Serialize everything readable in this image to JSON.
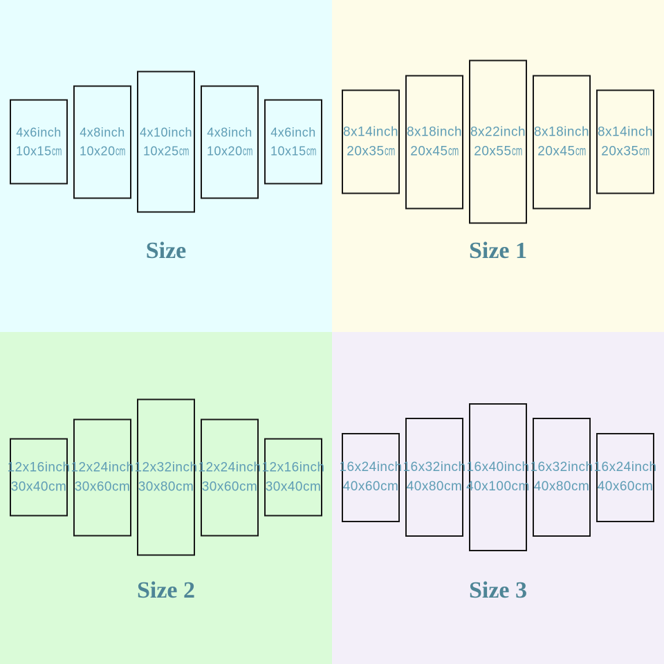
{
  "colors": {
    "label_text": "#5f9db5",
    "title_text": "#4e8596",
    "panel_border": "#161616",
    "quad_bg_size": "#e7feff",
    "quad_bg_size1": "#fefce8",
    "quad_bg_size2": "#dafbd8",
    "quad_bg_size3": "#f3eff9"
  },
  "quadrants": [
    {
      "title": "Size",
      "bg": "#e7feff",
      "panels": [
        {
          "inch": "4x6inch",
          "cm_val": "10x15",
          "cm_unit": "cm",
          "h_in": 6
        },
        {
          "inch": "4x8inch",
          "cm_val": "10x20",
          "cm_unit": "cm",
          "h_in": 8
        },
        {
          "inch": "4x10inch",
          "cm_val": "10x25",
          "cm_unit": "cm",
          "h_in": 10
        },
        {
          "inch": "4x8inch",
          "cm_val": "10x20",
          "cm_unit": "cm",
          "h_in": 8
        },
        {
          "inch": "4x6inch",
          "cm_val": "10x15",
          "cm_unit": "cm",
          "h_in": 6
        }
      ]
    },
    {
      "title": "Size 1",
      "bg": "#fefce8",
      "panels": [
        {
          "inch": "8x14inch",
          "cm_val": "20x35",
          "cm_unit": "cm",
          "h_in": 14
        },
        {
          "inch": "8x18inch",
          "cm_val": "20x45",
          "cm_unit": "cm",
          "h_in": 18
        },
        {
          "inch": "8x22inch",
          "cm_val": "20x55",
          "cm_unit": "cm",
          "h_in": 22
        },
        {
          "inch": "8x18inch",
          "cm_val": "20x45",
          "cm_unit": "cm",
          "h_in": 18
        },
        {
          "inch": "8x14inch",
          "cm_val": "20x35",
          "cm_unit": "cm",
          "h_in": 14
        }
      ]
    },
    {
      "title": "Size 2",
      "bg": "#dafbd8",
      "panels": [
        {
          "inch": "12x16inch",
          "cm_val": "30x40",
          "cm_unit": "cm",
          "h_in": 16
        },
        {
          "inch": "12x24inch",
          "cm_val": "30x60",
          "cm_unit": "cm",
          "h_in": 24
        },
        {
          "inch": "12x32inch",
          "cm_val": "30x80",
          "cm_unit": "cm",
          "h_in": 32
        },
        {
          "inch": "12x24inch",
          "cm_val": "30x60",
          "cm_unit": "cm",
          "h_in": 24
        },
        {
          "inch": "12x16inch",
          "cm_val": "30x40",
          "cm_unit": "cm",
          "h_in": 16
        }
      ]
    },
    {
      "title": "Size 3",
      "bg": "#f3eff9",
      "panels": [
        {
          "inch": "16x24inch",
          "cm_val": "40x60",
          "cm_unit": "cm",
          "h_in": 24
        },
        {
          "inch": "16x32inch",
          "cm_val": "40x80",
          "cm_unit": "cm",
          "h_in": 32
        },
        {
          "inch": "16x40inch",
          "cm_val": "40x100",
          "cm_unit": "cm",
          "h_in": 40
        },
        {
          "inch": "16x32inch",
          "cm_val": "40x80",
          "cm_unit": "cm",
          "h_in": 32
        },
        {
          "inch": "16x24inch",
          "cm_val": "40x60",
          "cm_unit": "cm",
          "h_in": 24
        }
      ]
    }
  ]
}
